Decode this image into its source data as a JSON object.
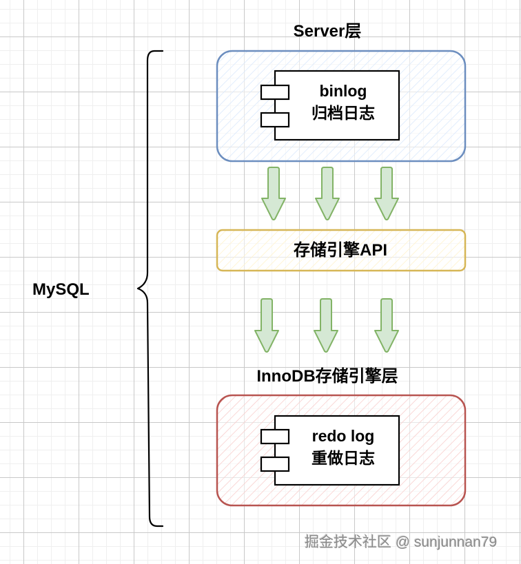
{
  "diagram": {
    "title": "MySQL",
    "layers": {
      "server": {
        "title": "Server层",
        "stroke": "#6c8ebf",
        "fill": "#dae8fc",
        "component": {
          "line1": "binlog",
          "line2": "归档日志"
        }
      },
      "api": {
        "label": "存储引擎API",
        "stroke": "#d6b656",
        "fill": "#fff2cc"
      },
      "innodb": {
        "title": "InnoDB存储引擎层",
        "stroke": "#b85450",
        "fill": "#f8cecc",
        "component": {
          "line1": "redo log",
          "line2": "重做日志"
        }
      }
    },
    "arrows": {
      "stroke": "#82b366",
      "fill": "#d5e8d4",
      "server_to_api_count": 3,
      "api_to_innodb_count": 3
    }
  },
  "watermark": "掘金技术社区 @ sunjunnan79"
}
